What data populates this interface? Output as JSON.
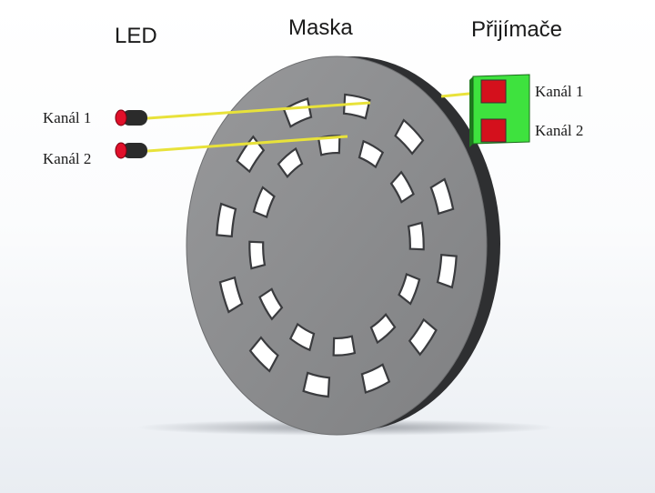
{
  "labels": {
    "led": "LED",
    "mask": "Maska",
    "receivers": "Přijímače",
    "led_channel_1": "Kanál 1",
    "led_channel_2": "Kanál 2",
    "receiver_channel_1": "Kanál 1",
    "receiver_channel_2": "Kanál 2"
  },
  "colors": {
    "disk_face": "#8d8e90",
    "disk_rim": "#2e2f31",
    "beam": "#e8e23a",
    "led_body": "#2b2b2b",
    "led_lens": "#e0102a",
    "receiver_board": "#3ee23e",
    "receiver_sensor": "#d4101c",
    "slot_highlight": "#ffffff"
  },
  "mask": {
    "outer_ring_slots": 12,
    "inner_ring_slots": 12
  }
}
